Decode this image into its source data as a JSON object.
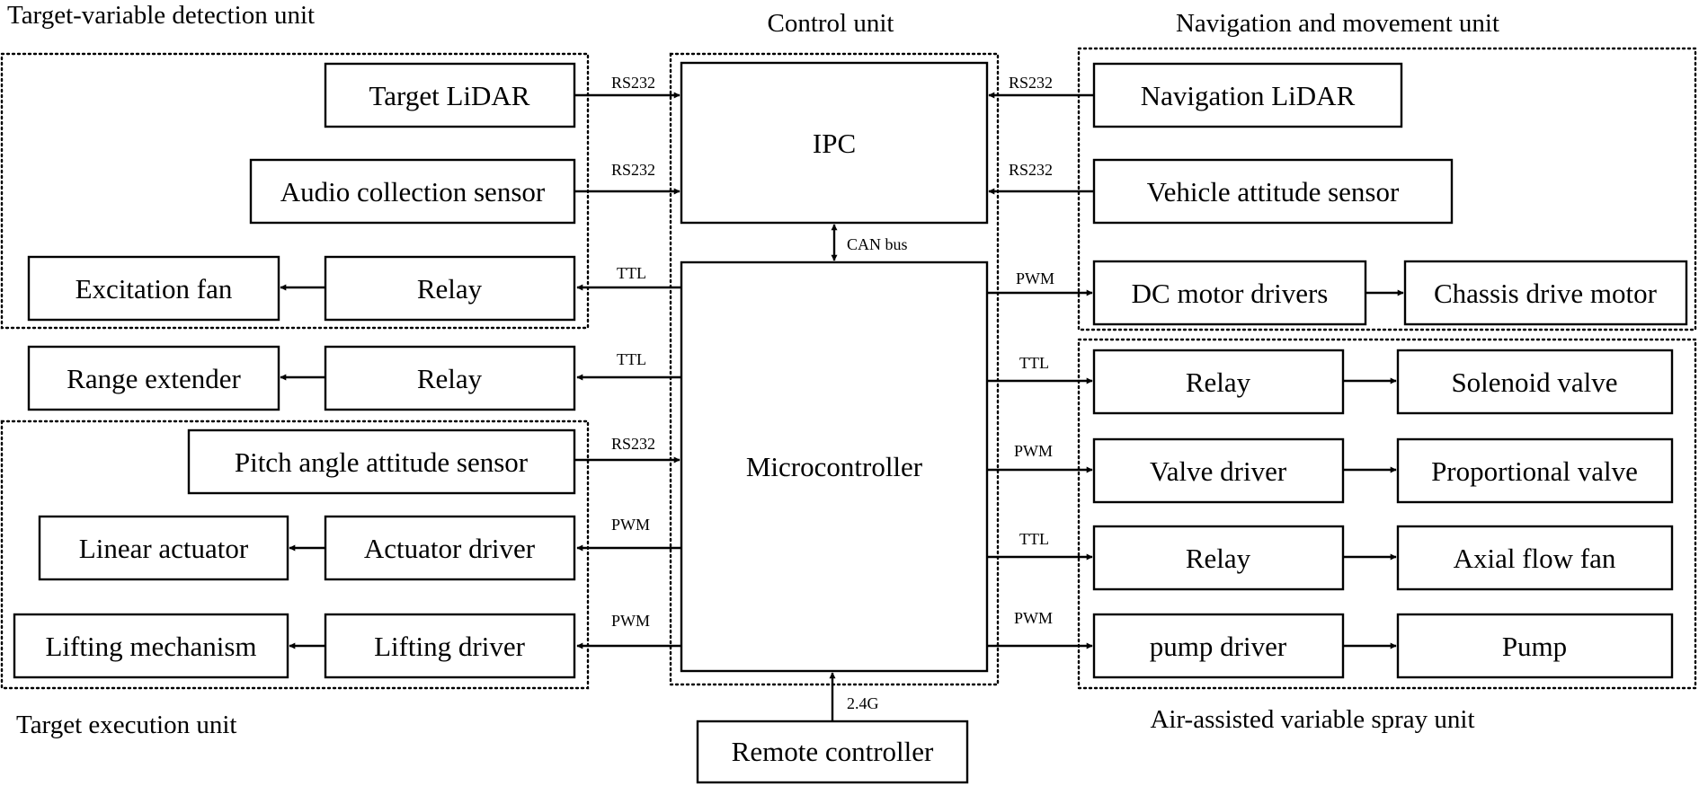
{
  "groups": {
    "detection": "Target-variable detection unit",
    "control": "Control unit",
    "navigation": "Navigation and movement unit",
    "execution": "Target execution unit",
    "spray": "Air-assisted variable spray unit"
  },
  "boxes": {
    "target_lidar": "Target LiDAR",
    "audio_sensor": "Audio collection sensor",
    "excitation_fan": "Excitation fan",
    "relay_fan": "Relay",
    "range_extender": "Range extender",
    "relay_range": "Relay",
    "pitch_sensor": "Pitch angle attitude sensor",
    "linear_actuator": "Linear actuator",
    "actuator_driver": "Actuator driver",
    "lifting_mechanism": "Lifting mechanism",
    "lifting_driver": "Lifting driver",
    "ipc": "IPC",
    "microcontroller": "Microcontroller",
    "remote_controller": "Remote controller",
    "navigation_lidar": "Navigation LiDAR",
    "vehicle_sensor": "Vehicle attitude sensor",
    "dc_motor_drivers": "DC motor drivers",
    "chassis_motor": "Chassis drive motor",
    "relay_solenoid": "Relay",
    "solenoid_valve": "Solenoid valve",
    "valve_driver": "Valve driver",
    "proportional_valve": "Proportional valve",
    "relay_axial": "Relay",
    "axial_fan": "Axial flow fan",
    "pump_driver": "pump driver",
    "pump": "Pump"
  },
  "links": {
    "target_lidar": "RS232",
    "audio_sensor": "RS232",
    "relay_fan": "TTL",
    "relay_range": "TTL",
    "pitch_sensor": "RS232",
    "actuator_driver": "PWM",
    "lifting_driver": "PWM",
    "navigation_lidar": "RS232",
    "vehicle_sensor": "RS232",
    "dc_motor": "PWM",
    "relay_solenoid": "TTL",
    "valve_driver": "PWM",
    "relay_axial": "TTL",
    "pump_driver": "PWM",
    "can_bus": "CAN bus",
    "remote": "2.4G"
  }
}
